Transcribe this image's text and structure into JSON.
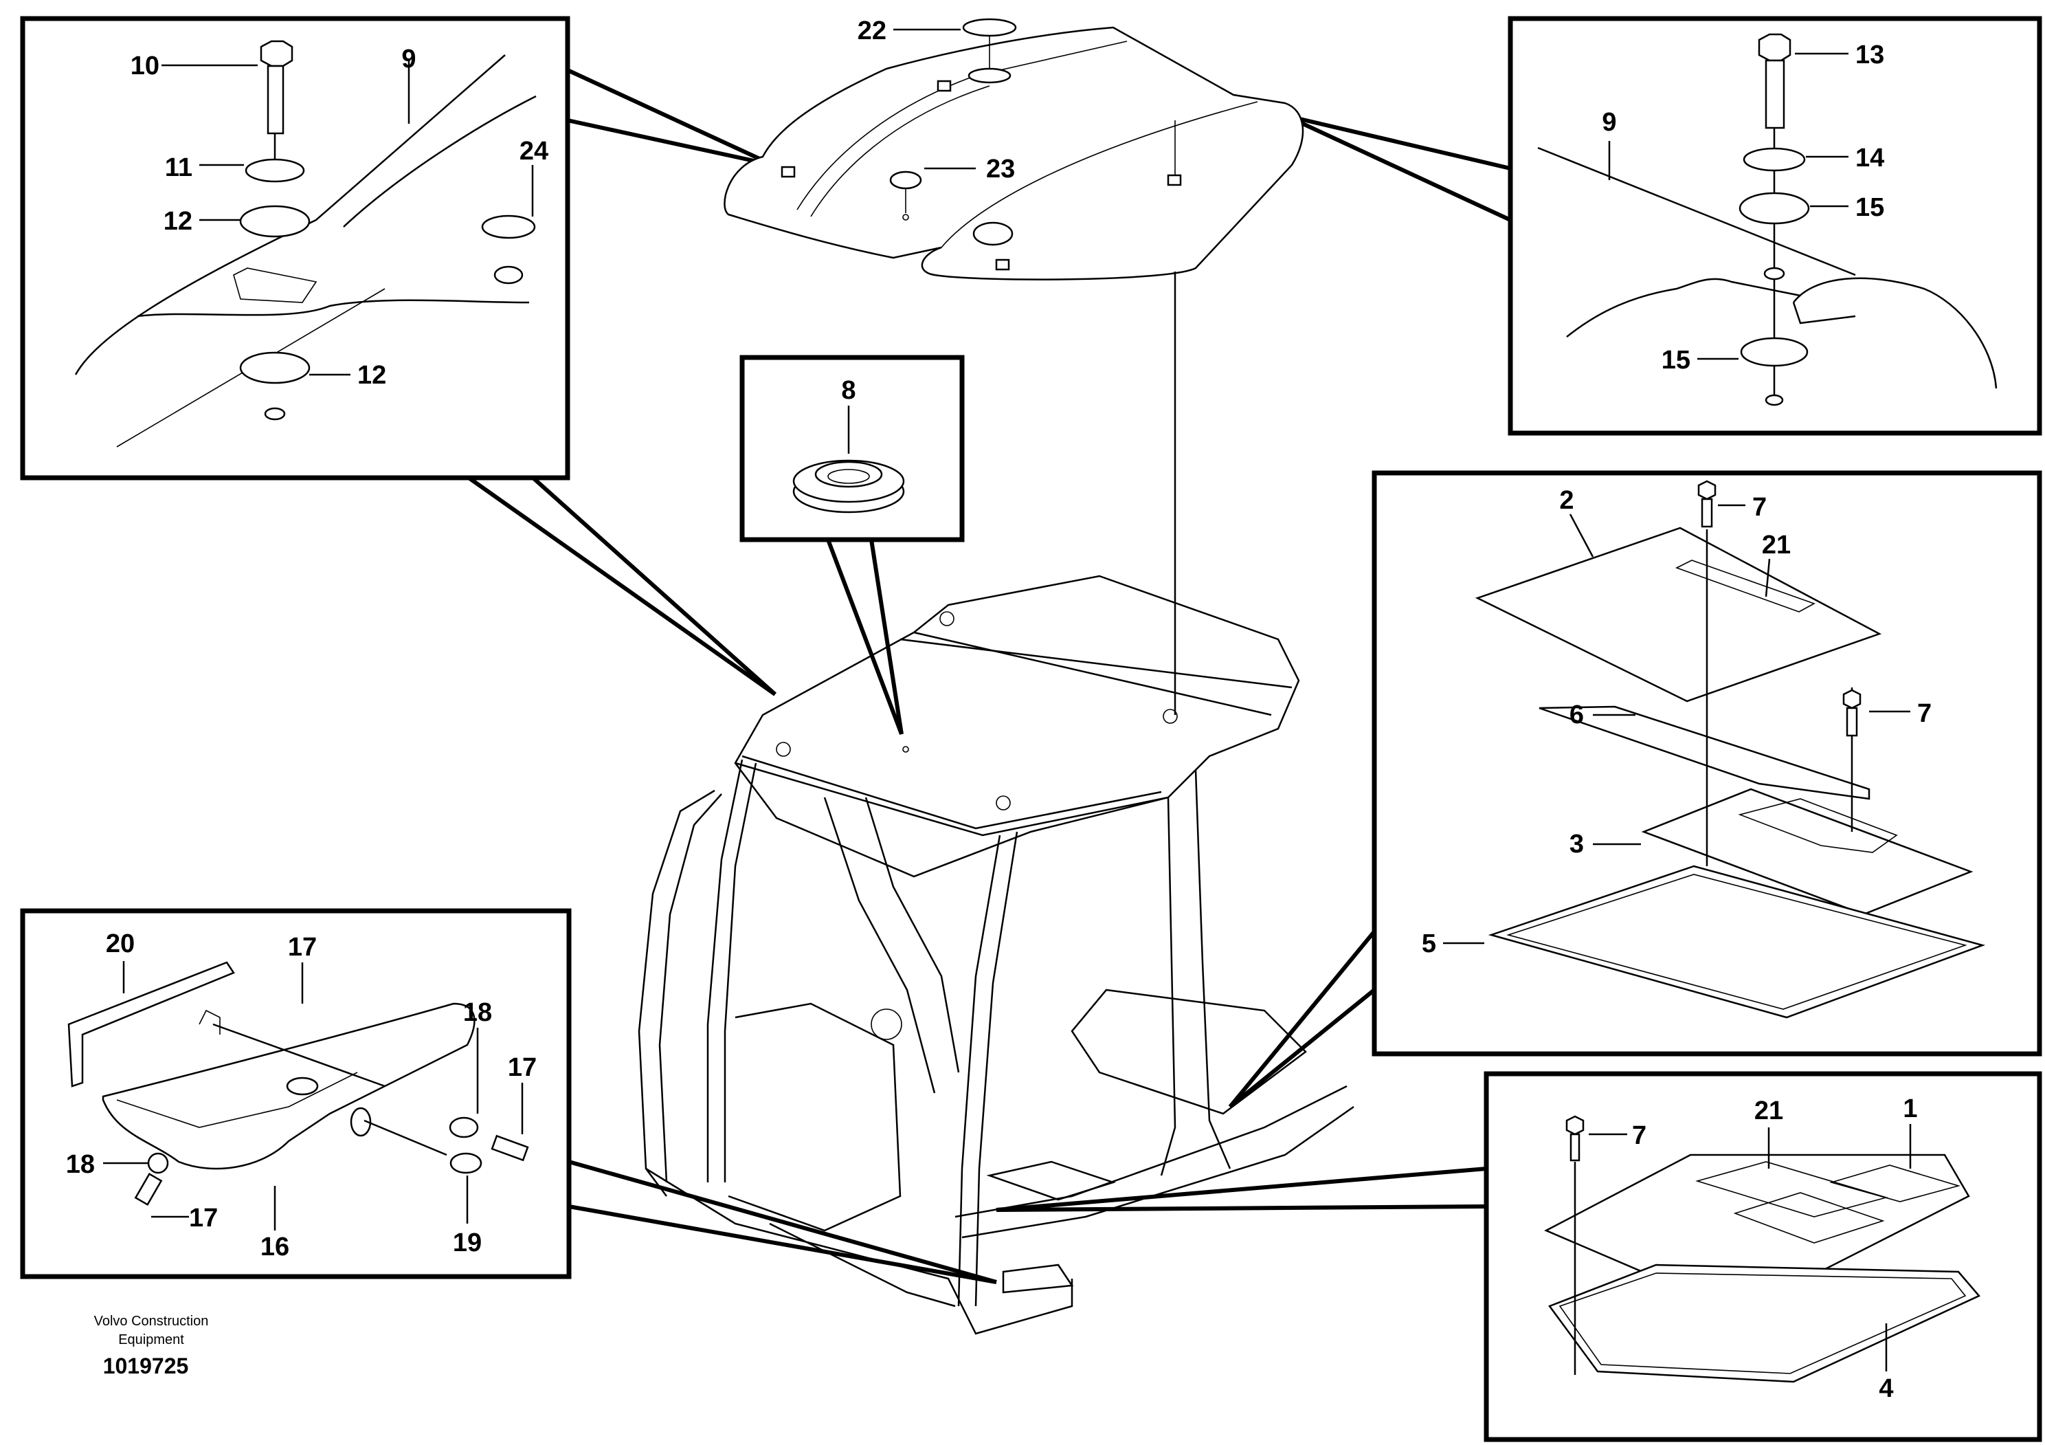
{
  "caption": {
    "company_line1": "Volvo Construction",
    "company_line2": "Equipment",
    "drawing_number": "1019725"
  },
  "callouts": {
    "n1": "1",
    "n2": "2",
    "n3": "3",
    "n4": "4",
    "n5": "5",
    "n6": "6",
    "n7": "7",
    "n8": "8",
    "n9": "9",
    "n10": "10",
    "n11": "11",
    "n12": "12",
    "n13": "13",
    "n14": "14",
    "n15": "15",
    "n16": "16",
    "n17": "17",
    "n18": "18",
    "n19": "19",
    "n20": "20",
    "n21": "21",
    "n22": "22",
    "n23": "23",
    "n24": "24"
  }
}
